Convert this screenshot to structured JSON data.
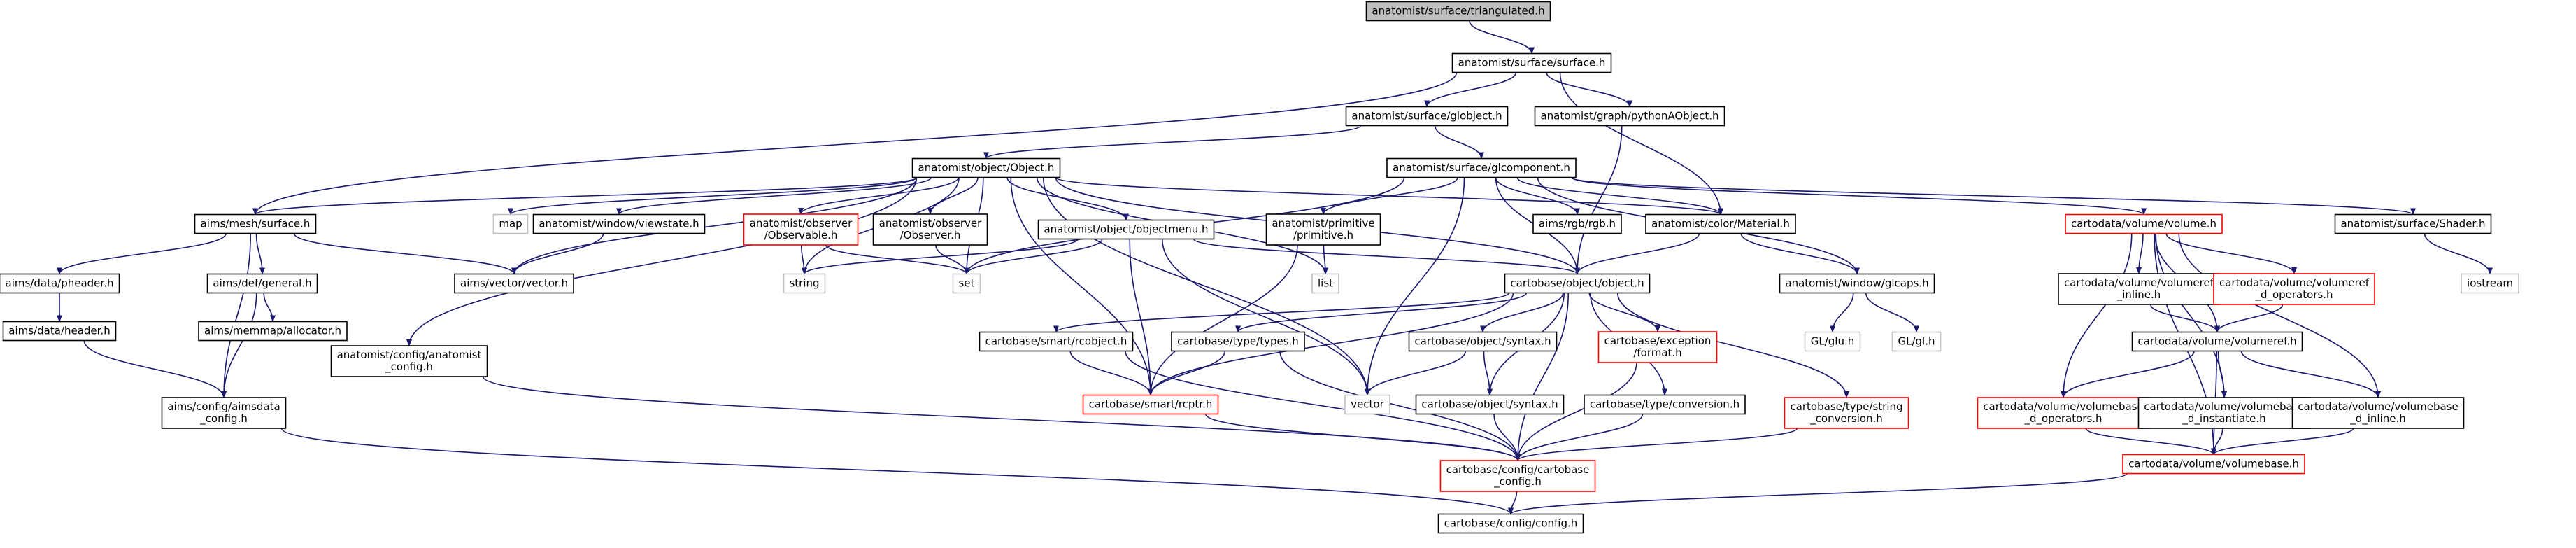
{
  "colors": {
    "edge": "#191970",
    "root_fill": "#bfbfbf",
    "node_border": "#000000",
    "incomplete_border": "#ff0000",
    "external_border": "#bfbfbf",
    "external_text": "#7f7f7f",
    "background": "#ffffff"
  },
  "nodes": [
    {
      "id": "root",
      "lines": [
        "anatomist/surface/triangulated.h"
      ],
      "kind": "root"
    },
    {
      "id": "surface_h",
      "lines": [
        "anatomist/surface/surface.h"
      ],
      "kind": "normal"
    },
    {
      "id": "globject",
      "lines": [
        "anatomist/surface/globject.h"
      ],
      "kind": "normal"
    },
    {
      "id": "pythonAObject",
      "lines": [
        "anatomist/graph/pythonAObject.h"
      ],
      "kind": "normal"
    },
    {
      "id": "Object",
      "lines": [
        "anatomist/object/Object.h"
      ],
      "kind": "normal"
    },
    {
      "id": "glcomponent",
      "lines": [
        "anatomist/surface/glcomponent.h"
      ],
      "kind": "normal"
    },
    {
      "id": "aims_mesh_surface",
      "lines": [
        "aims/mesh/surface.h"
      ],
      "kind": "normal"
    },
    {
      "id": "map",
      "lines": [
        "map"
      ],
      "kind": "external"
    },
    {
      "id": "viewstate",
      "lines": [
        "anatomist/window/viewstate.h"
      ],
      "kind": "normal"
    },
    {
      "id": "Observable",
      "lines": [
        "anatomist/observer",
        "/Observable.h"
      ],
      "kind": "incomplete"
    },
    {
      "id": "Observer",
      "lines": [
        "anatomist/observer",
        "/Observer.h"
      ],
      "kind": "normal"
    },
    {
      "id": "objectmenu",
      "lines": [
        "anatomist/object/objectmenu.h"
      ],
      "kind": "normal"
    },
    {
      "id": "primitive",
      "lines": [
        "anatomist/primitive",
        "/primitive.h"
      ],
      "kind": "normal"
    },
    {
      "id": "rgb",
      "lines": [
        "aims/rgb/rgb.h"
      ],
      "kind": "normal"
    },
    {
      "id": "Material",
      "lines": [
        "anatomist/color/Material.h"
      ],
      "kind": "normal"
    },
    {
      "id": "cv_volume",
      "lines": [
        "cartodata/volume/volume.h"
      ],
      "kind": "incomplete"
    },
    {
      "id": "Shader",
      "lines": [
        "anatomist/surface/Shader.h"
      ],
      "kind": "normal"
    },
    {
      "id": "pheader",
      "lines": [
        "aims/data/pheader.h"
      ],
      "kind": "normal"
    },
    {
      "id": "general",
      "lines": [
        "aims/def/general.h"
      ],
      "kind": "normal"
    },
    {
      "id": "string",
      "lines": [
        "string"
      ],
      "kind": "external"
    },
    {
      "id": "set",
      "lines": [
        "set"
      ],
      "kind": "external"
    },
    {
      "id": "list",
      "lines": [
        "list"
      ],
      "kind": "external"
    },
    {
      "id": "aims_vector",
      "lines": [
        "aims/vector/vector.h"
      ],
      "kind": "normal"
    },
    {
      "id": "cb_object",
      "lines": [
        "cartobase/object/object.h"
      ],
      "kind": "normal"
    },
    {
      "id": "glcaps",
      "lines": [
        "anatomist/window/glcaps.h"
      ],
      "kind": "normal"
    },
    {
      "id": "volumeref_inline",
      "lines": [
        "cartodata/volume/volumeref",
        "_inline.h"
      ],
      "kind": "normal"
    },
    {
      "id": "volumeref_operators",
      "lines": [
        "cartodata/volume/volumeref",
        "_d_operators.h"
      ],
      "kind": "incomplete"
    },
    {
      "id": "iostream",
      "lines": [
        "iostream"
      ],
      "kind": "external"
    },
    {
      "id": "aims_header",
      "lines": [
        "aims/data/header.h"
      ],
      "kind": "normal"
    },
    {
      "id": "allocator",
      "lines": [
        "aims/memmap/allocator.h"
      ],
      "kind": "normal"
    },
    {
      "id": "anat_config",
      "lines": [
        "anatomist/config/anatomist",
        "_config.h"
      ],
      "kind": "normal"
    },
    {
      "id": "rcobject",
      "lines": [
        "cartobase/smart/rcobject.h"
      ],
      "kind": "normal"
    },
    {
      "id": "types",
      "lines": [
        "cartobase/type/types.h"
      ],
      "kind": "normal"
    },
    {
      "id": "syntax_h",
      "lines": [
        "cartobase/object/syntax.h"
      ],
      "kind": "normal"
    },
    {
      "id": "exception_format",
      "lines": [
        "cartobase/exception",
        "/format.h"
      ],
      "kind": "incomplete"
    },
    {
      "id": "glu",
      "lines": [
        "GL/glu.h"
      ],
      "kind": "external"
    },
    {
      "id": "gl",
      "lines": [
        "GL/gl.h"
      ],
      "kind": "external"
    },
    {
      "id": "volumeref",
      "lines": [
        "cartodata/volume/volumeref.h"
      ],
      "kind": "normal"
    },
    {
      "id": "aimsdata_config",
      "lines": [
        "aims/config/aimsdata",
        "_config.h"
      ],
      "kind": "normal"
    },
    {
      "id": "rcptr",
      "lines": [
        "cartobase/smart/rcptr.h"
      ],
      "kind": "incomplete"
    },
    {
      "id": "vector",
      "lines": [
        "vector"
      ],
      "kind": "external"
    },
    {
      "id": "syntax2",
      "lines": [
        "cartobase/object/syntax.h"
      ],
      "kind": "normal"
    },
    {
      "id": "conversion",
      "lines": [
        "cartobase/type/conversion.h"
      ],
      "kind": "normal"
    },
    {
      "id": "string_conversion",
      "lines": [
        "cartobase/type/string",
        "_conversion.h"
      ],
      "kind": "incomplete"
    },
    {
      "id": "vb_operators",
      "lines": [
        "cartodata/volume/volumebase",
        "_d_operators.h"
      ],
      "kind": "incomplete"
    },
    {
      "id": "vb_instantiate",
      "lines": [
        "cartodata/volume/volumebase",
        "_d_instantiate.h"
      ],
      "kind": "normal"
    },
    {
      "id": "vb_inline",
      "lines": [
        "cartodata/volume/volumebase",
        "_d_inline.h"
      ],
      "kind": "normal"
    },
    {
      "id": "cb_config_cartobase",
      "lines": [
        "cartobase/config/cartobase",
        "_config.h"
      ],
      "kind": "incomplete"
    },
    {
      "id": "volumebase",
      "lines": [
        "cartodata/volume/volumebase.h"
      ],
      "kind": "incomplete"
    },
    {
      "id": "cb_config",
      "lines": [
        "cartobase/config/config.h"
      ],
      "kind": "normal"
    }
  ],
  "edges": [
    [
      "root",
      "surface_h"
    ],
    [
      "surface_h",
      "globject"
    ],
    [
      "surface_h",
      "pythonAObject"
    ],
    [
      "surface_h",
      "aims_mesh_surface"
    ],
    [
      "surface_h",
      "Material"
    ],
    [
      "globject",
      "Object"
    ],
    [
      "globject",
      "glcomponent"
    ],
    [
      "pythonAObject",
      "cb_object"
    ],
    [
      "Object",
      "aims_mesh_surface"
    ],
    [
      "Object",
      "map"
    ],
    [
      "Object",
      "viewstate"
    ],
    [
      "Object",
      "Observable"
    ],
    [
      "Object",
      "Observer"
    ],
    [
      "Object",
      "objectmenu"
    ],
    [
      "Object",
      "list"
    ],
    [
      "Object",
      "string"
    ],
    [
      "Object",
      "set"
    ],
    [
      "Object",
      "aims_vector"
    ],
    [
      "Object",
      "anat_config"
    ],
    [
      "Object",
      "rcptr"
    ],
    [
      "Object",
      "vector"
    ],
    [
      "Object",
      "Material"
    ],
    [
      "Object",
      "cb_object"
    ],
    [
      "glcomponent",
      "primitive"
    ],
    [
      "glcomponent",
      "rgb"
    ],
    [
      "glcomponent",
      "Material"
    ],
    [
      "glcomponent",
      "cv_volume"
    ],
    [
      "glcomponent",
      "Shader"
    ],
    [
      "glcomponent",
      "glcaps"
    ],
    [
      "glcomponent",
      "vector"
    ],
    [
      "glcomponent",
      "cb_object"
    ],
    [
      "glcomponent",
      "set"
    ],
    [
      "aims_mesh_surface",
      "pheader"
    ],
    [
      "aims_mesh_surface",
      "general"
    ],
    [
      "aims_mesh_surface",
      "aims_vector"
    ],
    [
      "aims_mesh_surface",
      "aimsdata_config"
    ],
    [
      "viewstate",
      "aims_vector"
    ],
    [
      "Observable",
      "string"
    ],
    [
      "Observable",
      "set"
    ],
    [
      "Observer",
      "set"
    ],
    [
      "objectmenu",
      "string"
    ],
    [
      "objectmenu",
      "set"
    ],
    [
      "objectmenu",
      "cb_object"
    ],
    [
      "objectmenu",
      "rcptr"
    ],
    [
      "objectmenu",
      "vector"
    ],
    [
      "primitive",
      "list"
    ],
    [
      "primitive",
      "rcptr"
    ],
    [
      "Material",
      "cb_object"
    ],
    [
      "Material",
      "glcaps"
    ],
    [
      "cv_volume",
      "volumeref_inline"
    ],
    [
      "cv_volume",
      "volumeref_operators"
    ],
    [
      "cv_volume",
      "volumeref"
    ],
    [
      "cv_volume",
      "vb_operators"
    ],
    [
      "cv_volume",
      "vb_instantiate"
    ],
    [
      "cv_volume",
      "vb_inline"
    ],
    [
      "cv_volume",
      "volumebase"
    ],
    [
      "Shader",
      "iostream"
    ],
    [
      "pheader",
      "aims_header"
    ],
    [
      "aims_header",
      "aimsdata_config"
    ],
    [
      "general",
      "allocator"
    ],
    [
      "general",
      "aimsdata_config"
    ],
    [
      "cb_object",
      "rcobject"
    ],
    [
      "cb_object",
      "types"
    ],
    [
      "cb_object",
      "syntax_h"
    ],
    [
      "cb_object",
      "exception_format"
    ],
    [
      "cb_object",
      "syntax2"
    ],
    [
      "cb_object",
      "conversion"
    ],
    [
      "cb_object",
      "string_conversion"
    ],
    [
      "cb_object",
      "rcptr"
    ],
    [
      "cb_object",
      "cb_config_cartobase"
    ],
    [
      "glcaps",
      "glu"
    ],
    [
      "glcaps",
      "gl"
    ],
    [
      "volumeref_inline",
      "volumeref"
    ],
    [
      "volumeref_operators",
      "volumeref"
    ],
    [
      "volumeref",
      "vb_operators"
    ],
    [
      "volumeref",
      "vb_instantiate"
    ],
    [
      "volumeref",
      "vb_inline"
    ],
    [
      "volumeref",
      "volumebase"
    ],
    [
      "anat_config",
      "cb_config_cartobase"
    ],
    [
      "rcobject",
      "rcptr"
    ],
    [
      "rcobject",
      "cb_config_cartobase"
    ],
    [
      "types",
      "rcptr"
    ],
    [
      "types",
      "cb_config_cartobase"
    ],
    [
      "syntax_h",
      "vector"
    ],
    [
      "syntax_h",
      "syntax2"
    ],
    [
      "exception_format",
      "cb_config_cartobase"
    ],
    [
      "aimsdata_config",
      "cb_config"
    ],
    [
      "rcptr",
      "cb_config_cartobase"
    ],
    [
      "syntax2",
      "cb_config_cartobase"
    ],
    [
      "conversion",
      "cb_config_cartobase"
    ],
    [
      "string_conversion",
      "cb_config_cartobase"
    ],
    [
      "vb_operators",
      "volumebase"
    ],
    [
      "vb_instantiate",
      "volumebase"
    ],
    [
      "vb_inline",
      "volumebase"
    ],
    [
      "volumebase",
      "cb_config"
    ],
    [
      "cb_config_cartobase",
      "cb_config"
    ]
  ]
}
